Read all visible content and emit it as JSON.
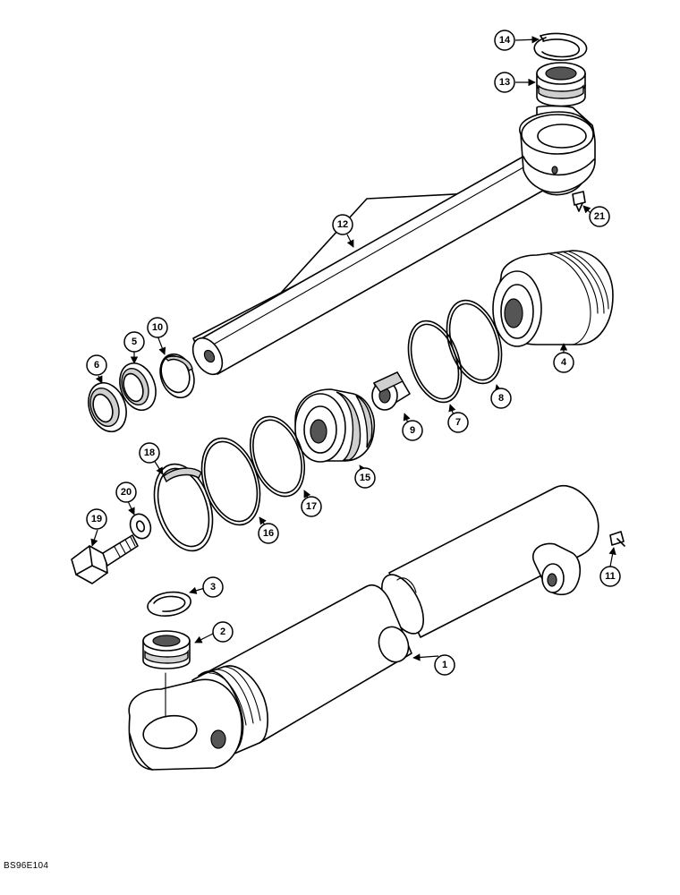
{
  "callouts": {
    "c1": "1",
    "c2": "2",
    "c3": "3",
    "c4": "4",
    "c5": "5",
    "c6": "6",
    "c7": "7",
    "c8": "8",
    "c9": "9",
    "c10": "10",
    "c11": "11",
    "c12": "12",
    "c13": "13",
    "c14": "14",
    "c15": "15",
    "c16": "16",
    "c17": "17",
    "c18": "18",
    "c19": "19",
    "c20": "20",
    "c21": "21"
  },
  "diagram_code": "BS96E104"
}
